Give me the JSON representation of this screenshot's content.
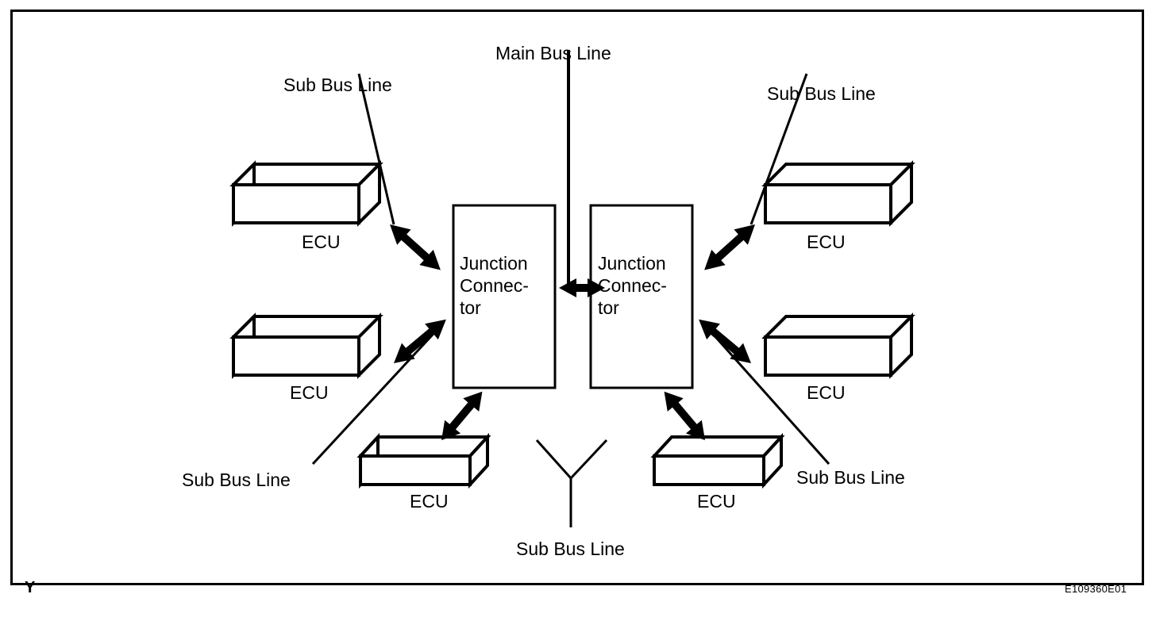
{
  "figure": {
    "corner_mark": "Y",
    "code": "E109360E01",
    "colors": {
      "stroke": "#000000",
      "background": "#ffffff"
    }
  },
  "labels": {
    "main_bus_line": "Main Bus Line",
    "sub_bus_line_top_left": "Sub Bus Line",
    "sub_bus_line_top_right": "Sub Bus Line",
    "sub_bus_line_bottom_left": "Sub Bus Line",
    "sub_bus_line_bottom_right": "Sub Bus Line",
    "sub_bus_line_bottom_center": "Sub Bus Line"
  },
  "junction_connectors": [
    {
      "id": "left",
      "text": "Junction\nConnec-\ntor"
    },
    {
      "id": "right",
      "text": "Junction\nConnec-\ntor"
    }
  ],
  "ecus": [
    {
      "id": "top-left",
      "label": "ECU"
    },
    {
      "id": "middle-left",
      "label": "ECU"
    },
    {
      "id": "bottom-left",
      "label": "ECU"
    },
    {
      "id": "top-right",
      "label": "ECU"
    },
    {
      "id": "middle-right",
      "label": "ECU"
    },
    {
      "id": "bottom-right",
      "label": "ECU"
    }
  ]
}
